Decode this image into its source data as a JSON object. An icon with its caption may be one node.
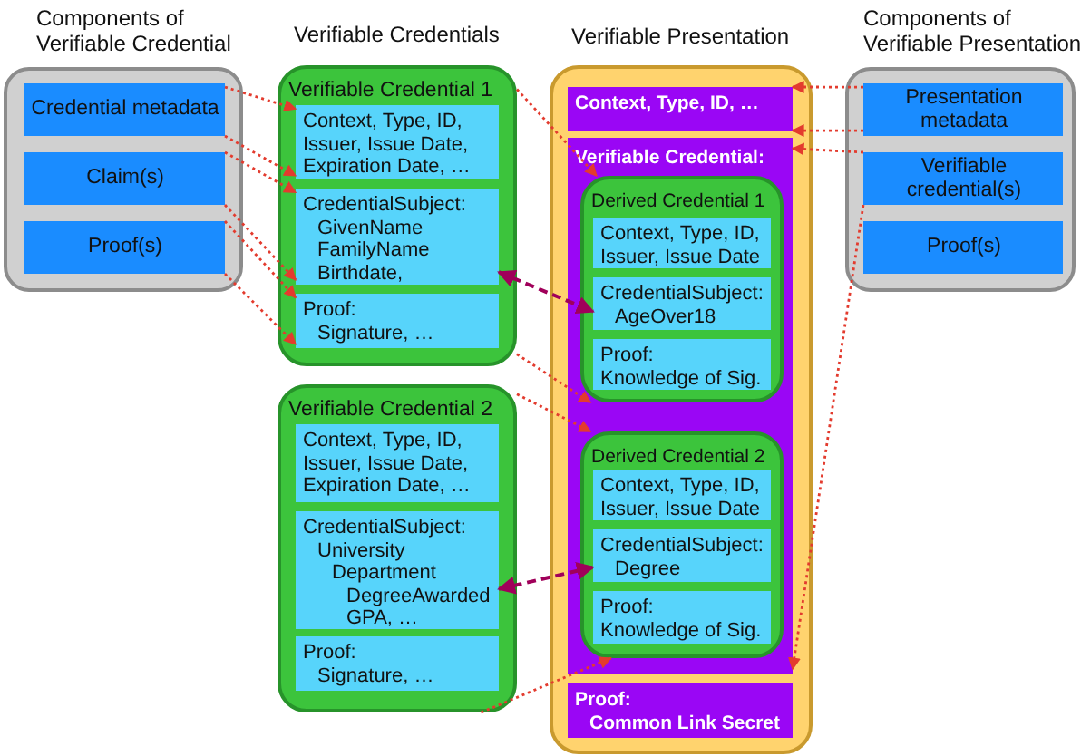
{
  "diagram": {
    "nodes": [
      {
        "text": [
          "Components of Verifiable Credential"
        ]
      },
      {
        "text": [
          "Credential metadata"
        ],
        "in": 0
      },
      {
        "text": [
          "Claim(s)"
        ],
        "in": 0
      },
      {
        "text": [
          "Proof(s)"
        ],
        "in": 0
      },
      {
        "text": [
          "Verifiable Credential 1"
        ]
      },
      {
        "text": [
          "Context, Type, ID, Issuer, Issue Date, Expiration Date, …"
        ],
        "in": 4
      },
      {
        "text": [
          "CredentialSubject:",
          "GivenName",
          "FamilyName",
          "Birthdate,"
        ],
        "in": 4
      },
      {
        "text": [
          "Proof:",
          "Signature, …"
        ],
        "in": 4
      },
      {
        "text": [
          "Verifiable Credential 2"
        ]
      },
      {
        "text": [
          "Context, Type, ID, Issuer, Issue Date, Expiration Date, …"
        ],
        "in": 8
      },
      {
        "text": [
          "CredentialSubject:",
          "University",
          "Department",
          "DegreeAwarded",
          "GPA, …"
        ],
        "in": 8
      },
      {
        "text": [
          "Proof:",
          "Signature, …"
        ],
        "in": 8
      },
      {
        "text": [
          "Verifiable Presentation"
        ]
      },
      {
        "text": [
          "Context, Type, ID, …"
        ],
        "in": 12
      },
      {
        "text": [
          "Verifiable Credential:"
        ],
        "in": 12
      },
      {
        "text": [
          "Derived Credential 1"
        ],
        "in": 14
      },
      {
        "text": [
          "Context, Type, ID, Issuer, Issue Date"
        ],
        "in": 15
      },
      {
        "text": [
          "CredentialSubject:",
          "AgeOver18"
        ],
        "in": 15
      },
      {
        "text": [
          "Proof:",
          "Knowledge of Sig."
        ],
        "in": 15
      },
      {
        "text": [
          "Derived Credential 2"
        ],
        "in": 14
      },
      {
        "text": [
          "Context, Type, ID, Issuer, Issue Date"
        ],
        "in": 19
      },
      {
        "text": [
          "CredentialSubject:",
          "Degree"
        ],
        "in": 19
      },
      {
        "text": [
          "Proof:",
          "Knowledge of Sig."
        ],
        "in": 19
      },
      {
        "text": [
          "Proof:",
          "Common Link Secret"
        ],
        "in": 12
      },
      {
        "text": [
          "Components of Verifiable Presentation"
        ]
      },
      {
        "text": [
          "Presentation metadata"
        ],
        "in": 24
      },
      {
        "text": [
          "Verifiable credential(s)"
        ],
        "in": 24
      },
      {
        "text": [
          "Proof(s)"
        ],
        "in": 24
      }
    ],
    "edges": [
      {
        "from": 1,
        "to": 5,
        "arrow": "to"
      },
      {
        "from": 1,
        "to": 5,
        "arrow": "to"
      },
      {
        "from": 2,
        "to": 6,
        "arrow": "to"
      },
      {
        "from": 2,
        "to": 6,
        "arrow": "to"
      },
      {
        "from": 3,
        "to": 7,
        "arrow": "to"
      },
      {
        "from": 3,
        "to": 7,
        "arrow": "to"
      },
      {
        "from": 4,
        "to": 15,
        "arrow": "to"
      },
      {
        "from": 4,
        "to": 15,
        "arrow": "to"
      },
      {
        "from": 8,
        "to": 19,
        "arrow": "to"
      },
      {
        "from": 8,
        "to": 19,
        "arrow": "to"
      },
      {
        "from": 6,
        "to": 17,
        "arrow": "both",
        "style": "dashed",
        "color": "#a0005a"
      },
      {
        "from": 10,
        "to": 21,
        "arrow": "both",
        "style": "dashed",
        "color": "#a0005a"
      },
      {
        "from": 25,
        "to": 13,
        "arrow": "to"
      },
      {
        "from": 25,
        "to": 13,
        "arrow": "to"
      },
      {
        "from": 26,
        "to": 14,
        "arrow": "to"
      },
      {
        "from": 26,
        "to": 14,
        "arrow": "to"
      }
    ],
    "labels": [
      "Verifiable Credentials"
    ]
  }
}
